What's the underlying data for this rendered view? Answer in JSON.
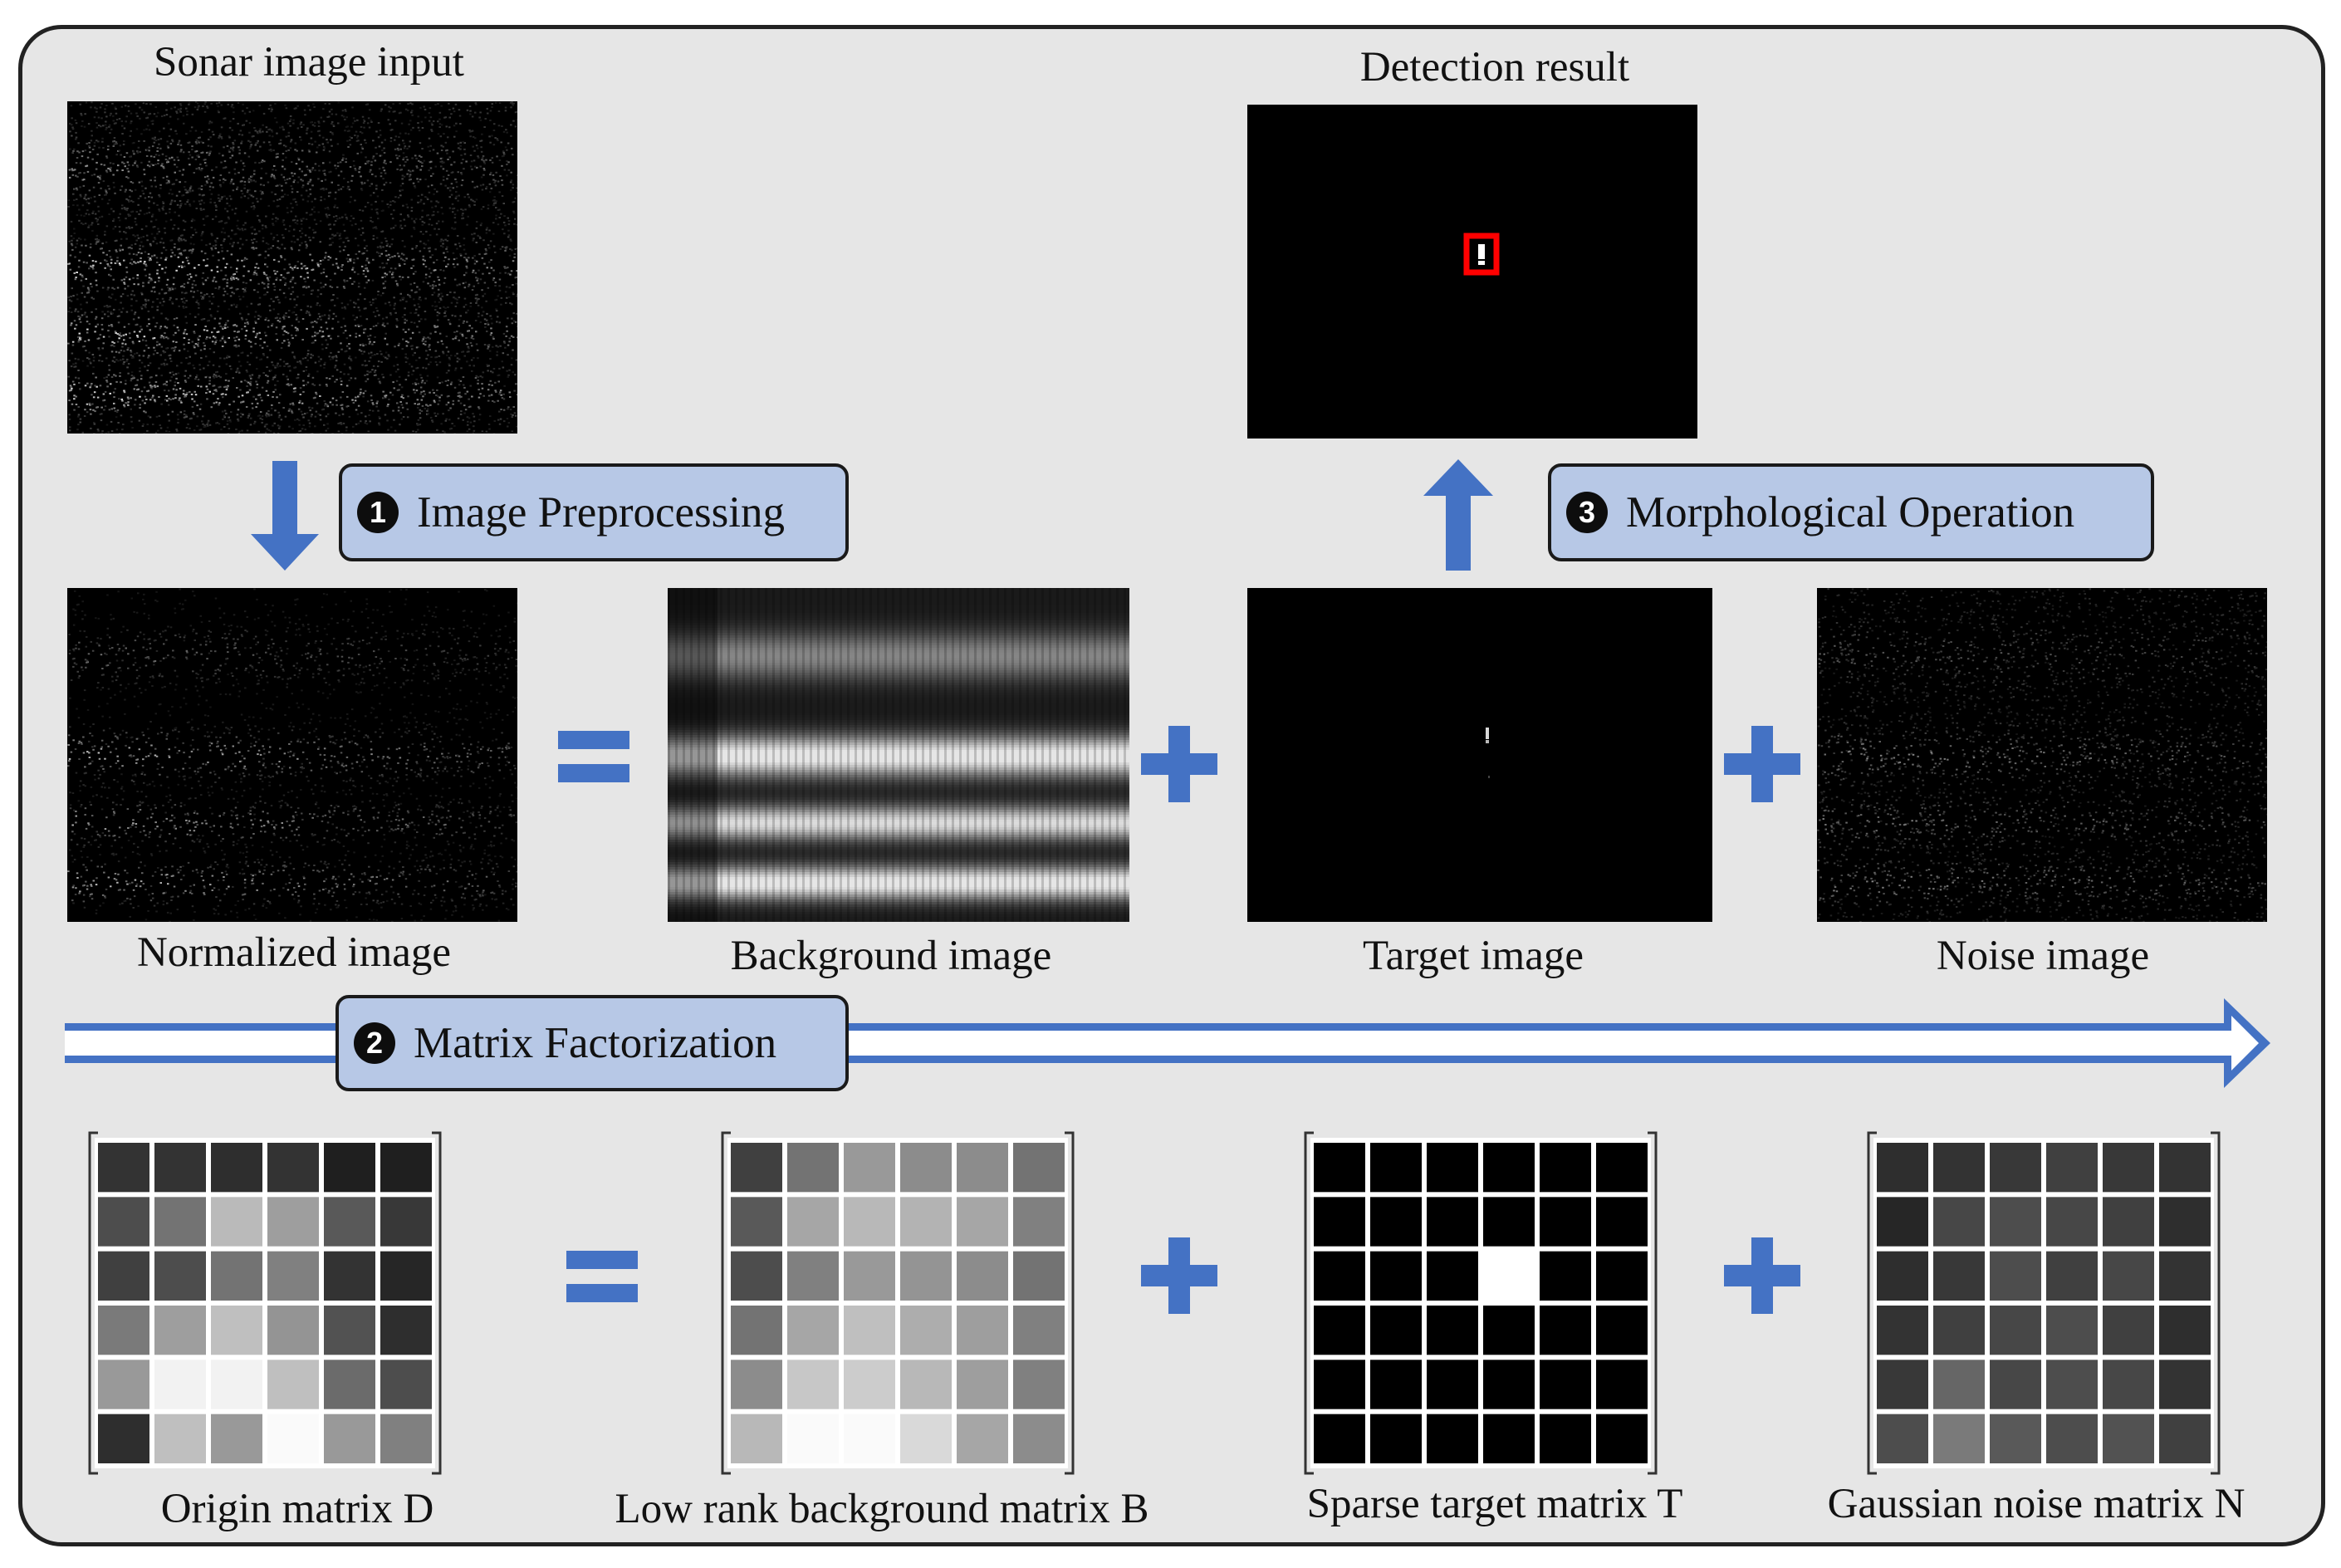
{
  "captions": {
    "sonar_input": "Sonar image input",
    "detection_result": "Detection result",
    "normalized": "Normalized image",
    "background": "Background image",
    "target": "Target image",
    "noise": "Noise image",
    "origin_matrix": "Origin matrix D",
    "lowrank_matrix": "Low rank background matrix B",
    "sparse_matrix": "Sparse target matrix T",
    "noise_matrix": "Gaussian noise matrix N"
  },
  "steps": [
    {
      "number": "1",
      "label": "Image Preprocessing"
    },
    {
      "number": "2",
      "label": "Matrix Factorization"
    },
    {
      "number": "3",
      "label": "Morphological Operation"
    }
  ],
  "colors": {
    "accent_blue": "#4472c4",
    "step_box_fill": "#b7c8e6",
    "panel_fill": "#e6e6e6",
    "detection_box": "#ff0000"
  },
  "matrices": {
    "origin": [
      [
        0.2,
        0.2,
        0.18,
        0.2,
        0.12,
        0.12
      ],
      [
        0.3,
        0.45,
        0.73,
        0.62,
        0.35,
        0.22
      ],
      [
        0.25,
        0.3,
        0.45,
        0.5,
        0.2,
        0.15
      ],
      [
        0.48,
        0.62,
        0.75,
        0.58,
        0.32,
        0.18
      ],
      [
        0.6,
        0.95,
        0.95,
        0.75,
        0.42,
        0.3
      ],
      [
        0.18,
        0.75,
        0.6,
        0.98,
        0.6,
        0.5
      ]
    ],
    "lowrank": [
      [
        0.25,
        0.45,
        0.6,
        0.55,
        0.55,
        0.45
      ],
      [
        0.35,
        0.65,
        0.72,
        0.7,
        0.65,
        0.5
      ],
      [
        0.3,
        0.5,
        0.6,
        0.58,
        0.55,
        0.45
      ],
      [
        0.45,
        0.65,
        0.75,
        0.68,
        0.62,
        0.5
      ],
      [
        0.55,
        0.78,
        0.8,
        0.72,
        0.62,
        0.5
      ],
      [
        0.72,
        0.98,
        0.98,
        0.85,
        0.65,
        0.55
      ]
    ],
    "sparse": [
      [
        0,
        0,
        0,
        0,
        0,
        0
      ],
      [
        0,
        0,
        0,
        0,
        0,
        0
      ],
      [
        0,
        0,
        0,
        1,
        0,
        0
      ],
      [
        0,
        0,
        0,
        0,
        0,
        0
      ],
      [
        0,
        0,
        0,
        0,
        0,
        0
      ],
      [
        0,
        0,
        0,
        0,
        0,
        0
      ]
    ],
    "noise": [
      [
        0.18,
        0.2,
        0.22,
        0.25,
        0.22,
        0.2
      ],
      [
        0.15,
        0.28,
        0.3,
        0.28,
        0.25,
        0.18
      ],
      [
        0.18,
        0.22,
        0.3,
        0.25,
        0.28,
        0.2
      ],
      [
        0.2,
        0.25,
        0.28,
        0.3,
        0.25,
        0.18
      ],
      [
        0.22,
        0.4,
        0.28,
        0.3,
        0.28,
        0.2
      ],
      [
        0.3,
        0.48,
        0.35,
        0.3,
        0.32,
        0.25
      ]
    ]
  },
  "icons": [
    "down-arrow-icon",
    "up-arrow-icon",
    "right-arrow-icon",
    "equals-icon",
    "plus-icon"
  ]
}
